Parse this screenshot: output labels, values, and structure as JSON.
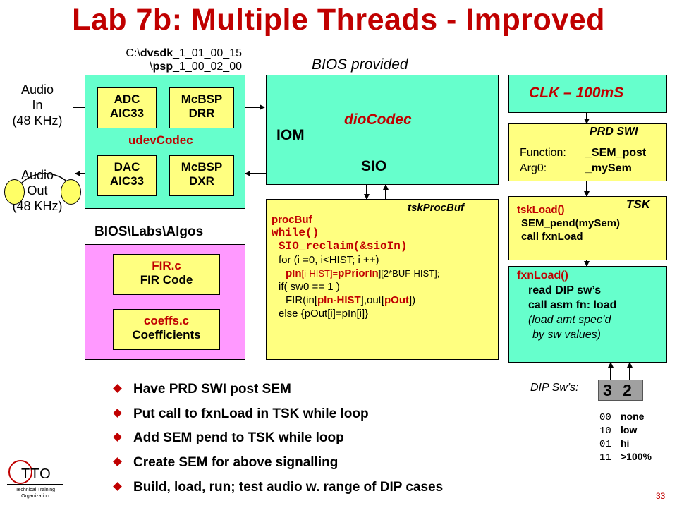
{
  "title": "Lab 7b: Multiple Threads - Improved",
  "path": {
    "line1_pre": "C:\\",
    "line1_bold": "dvsdk",
    "line1_post": "_1_01_00_15",
    "line2_pre": "\\",
    "line2_bold": "psp",
    "line2_post": "_1_00_02_00"
  },
  "bios_provided": "BIOS provided",
  "audio_in": [
    "Audio",
    "In",
    "(48 KHz)"
  ],
  "audio_out": [
    "Audio",
    "Out",
    "(48 KHz)"
  ],
  "udev": {
    "label": "udevCodec",
    "adc": [
      "ADC",
      "AIC33"
    ],
    "mcbsp_drr": [
      "McBSP",
      "DRR"
    ],
    "dac": [
      "DAC",
      "AIC33"
    ],
    "mcbsp_dxr": [
      "McBSP",
      "DXR"
    ]
  },
  "dio": {
    "label": "dioCodec",
    "iom": "IOM",
    "sio": "SIO"
  },
  "clk": "CLK – 100mS",
  "prd": {
    "title": "PRD SWI",
    "func_label": "Function:",
    "func_value": "_SEM_post",
    "arg_label": "Arg0:",
    "arg_value": "_mySem"
  },
  "tsk": {
    "title": "TSK",
    "fn": "tskLoad()",
    "line1": "SEM_pend(mySem)",
    "line2": "call fxnLoad"
  },
  "fxn": {
    "fn": "fxnLoad()",
    "line1": "read DIP sw’s",
    "line2": "call asm fn: load",
    "line3": "(load amt spec’d",
    "line4": "by sw values)"
  },
  "procbuf": {
    "title": "tskProcBuf",
    "l1": "procBuf",
    "l2": "while()",
    "l3": "SIO_reclaim(&sioIn)",
    "l4": "for (i =0, i<HIST; i ++)",
    "l5a": "pIn",
    "l5b": "[i-HIST]=",
    "l5c": "pPriorIn",
    "l5d": "][2*BUF-HIST];",
    "l6": "if( sw0 == 1 )",
    "l7a": "FIR(in[",
    "l7b": "pIn-HIST",
    "l7c": "],out[",
    "l7d": "pOut",
    "l7e": "])",
    "l8": "else {pOut[i]=pIn[i]}"
  },
  "algos": {
    "label": "BIOS\\Labs\\Algos",
    "fir": [
      "FIR.c",
      "FIR Code"
    ],
    "coeffs": [
      "coeffs.c",
      "Coefficients"
    ]
  },
  "dip": {
    "label": "DIP Sw’s:",
    "sw_left": "3",
    "sw_right": "2",
    "table": [
      {
        "code": "00",
        "desc": "none"
      },
      {
        "code": "10",
        "desc": "low"
      },
      {
        "code": "01",
        "desc": "hi"
      },
      {
        "code": "11",
        "desc": ">100%"
      }
    ]
  },
  "bullets": [
    "Have PRD SWI post SEM",
    "Put call to fxnLoad in TSK while loop",
    "Add SEM pend to TSK while loop",
    "Create SEM for above signalling",
    "Build, load, run; test audio w. range of DIP cases"
  ],
  "logo": {
    "text": "TTO",
    "sub1": "Technical Training",
    "sub2": "Organization"
  },
  "page_number": "33",
  "colors": {
    "title": "#c00000",
    "codec_bg": "#66ffcc",
    "yellow": "#ffff80",
    "algos_bg": "#ff99ff"
  }
}
